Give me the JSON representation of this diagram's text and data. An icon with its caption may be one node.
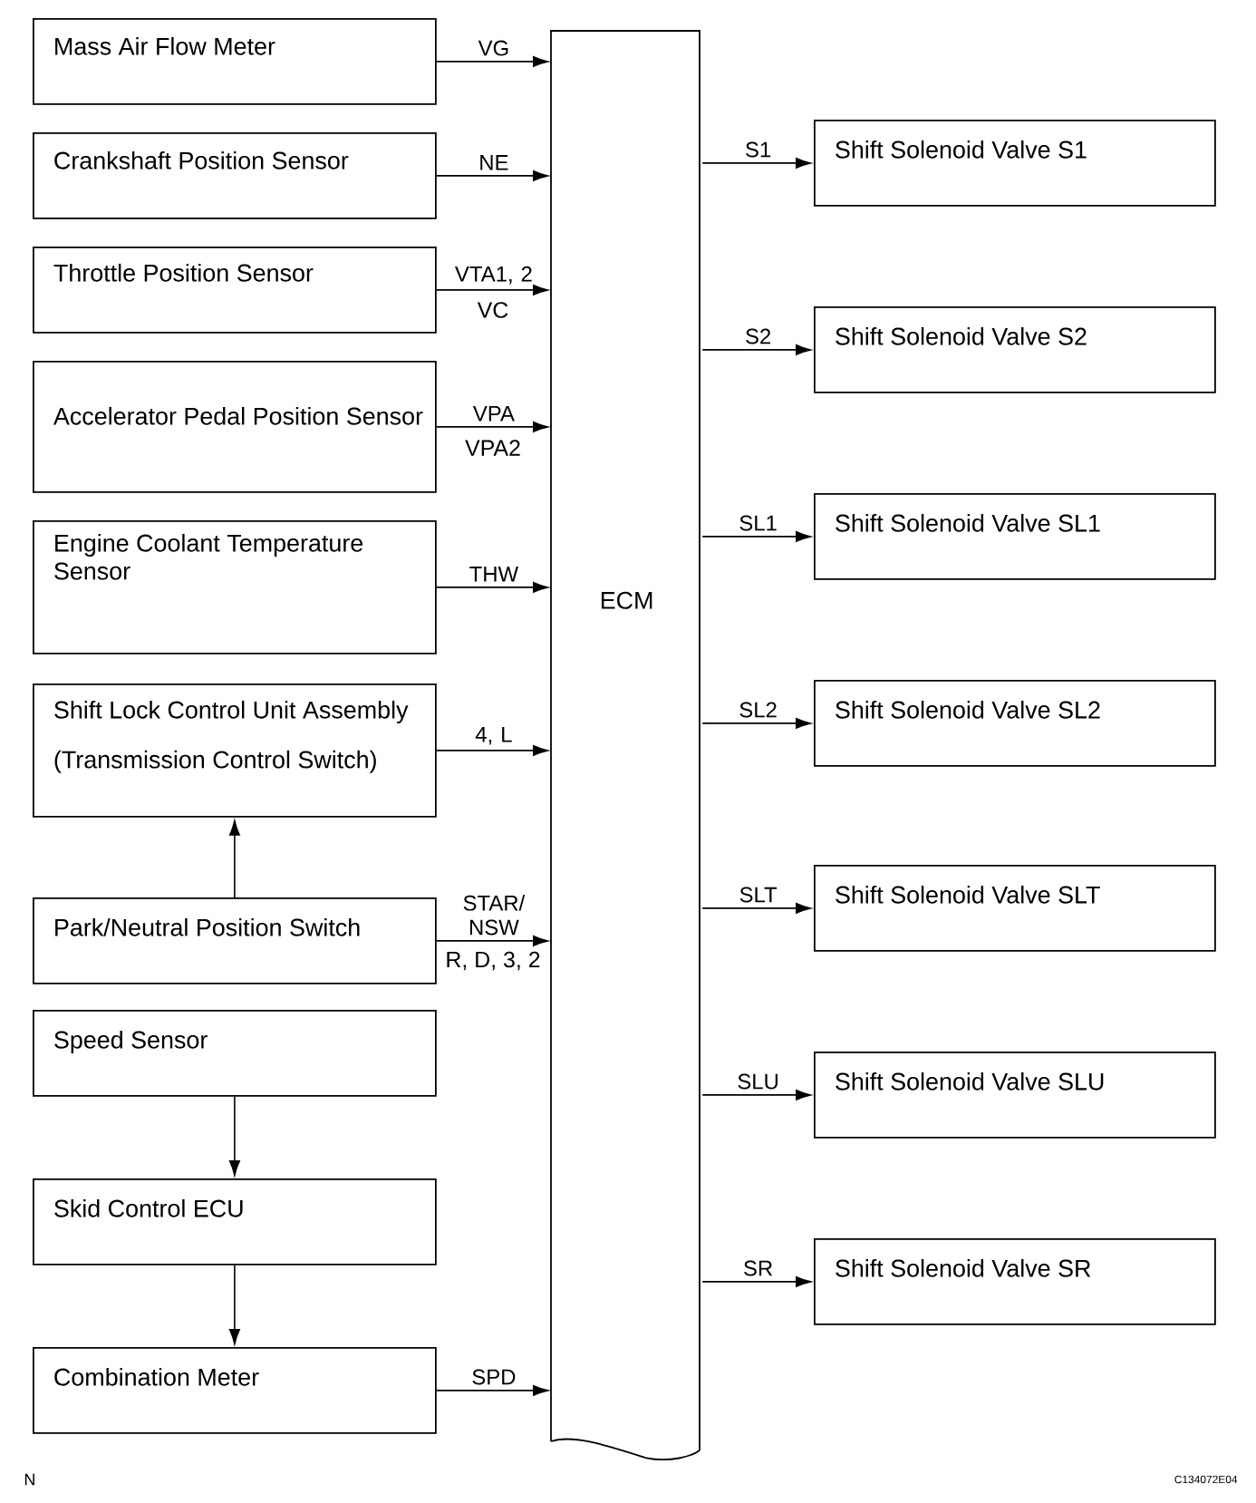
{
  "diagram": {
    "nodes": [
      {
        "text": [
          "Mass Air Flow Meter"
        ]
      },
      {
        "text": [
          "Crankshaft Position Sensor"
        ]
      },
      {
        "text": [
          "Throttle Position Sensor"
        ]
      },
      {
        "text": [
          "Accelerator Pedal Position Sensor"
        ]
      },
      {
        "text": [
          "Engine Coolant Temperature Sensor"
        ]
      },
      {
        "text": [
          "Shift Lock Control Unit Assembly",
          "(Transmission Control Switch)"
        ]
      },
      {
        "text": [
          "Park/Neutral Position Switch"
        ]
      },
      {
        "text": [
          "Speed Sensor"
        ]
      },
      {
        "text": [
          "Skid Control ECU"
        ]
      },
      {
        "text": [
          "Combination Meter"
        ]
      },
      {
        "text": [
          "ECM"
        ]
      },
      {
        "text": [
          "Shift Solenoid Valve S1"
        ]
      },
      {
        "text": [
          "Shift Solenoid Valve S2"
        ]
      },
      {
        "text": [
          "Shift Solenoid Valve SL1"
        ]
      },
      {
        "text": [
          "Shift Solenoid Valve SL2"
        ]
      },
      {
        "text": [
          "Shift Solenoid Valve SLT"
        ]
      },
      {
        "text": [
          "Shift Solenoid Valve SLU"
        ]
      },
      {
        "text": [
          "Shift Solenoid Valve SR"
        ]
      }
    ],
    "edges": [
      {
        "from": 0,
        "to": 10,
        "arrow": "to",
        "label": "VG"
      },
      {
        "from": 1,
        "to": 10,
        "arrow": "to",
        "label": "NE"
      },
      {
        "from": 2,
        "to": 10,
        "arrow": "to",
        "label": "VTA1, 2"
      },
      {
        "from": 3,
        "to": 10,
        "arrow": "to",
        "label": "VPA"
      },
      {
        "from": 4,
        "to": 10,
        "arrow": "to",
        "label": "THW"
      },
      {
        "from": 5,
        "to": 10,
        "arrow": "to",
        "label": "4, L"
      },
      {
        "from": 6,
        "to": 5,
        "arrow": "to"
      },
      {
        "from": 6,
        "to": 10,
        "arrow": "to",
        "label": "STAR/ NSW"
      },
      {
        "from": 7,
        "to": 8,
        "arrow": "to"
      },
      {
        "from": 8,
        "to": 9,
        "arrow": "to"
      },
      {
        "from": 9,
        "to": 10,
        "arrow": "to",
        "label": "SPD"
      },
      {
        "from": 10,
        "to": 11,
        "arrow": "to",
        "label": "S1"
      },
      {
        "from": 10,
        "to": 12,
        "arrow": "to",
        "label": "S2"
      },
      {
        "from": 10,
        "to": 13,
        "arrow": "to",
        "label": "SL1"
      },
      {
        "from": 10,
        "to": 14,
        "arrow": "to",
        "label": "SL2"
      },
      {
        "from": 10,
        "to": 15,
        "arrow": "to",
        "label": "SLT"
      },
      {
        "from": 10,
        "to": 16,
        "arrow": "to",
        "label": "SLU"
      },
      {
        "from": 10,
        "to": 17,
        "arrow": "to",
        "label": "SR"
      }
    ],
    "labels": [
      "VC",
      "VPA2",
      "R, D, 3, 2",
      "N",
      "C134072E04"
    ]
  }
}
